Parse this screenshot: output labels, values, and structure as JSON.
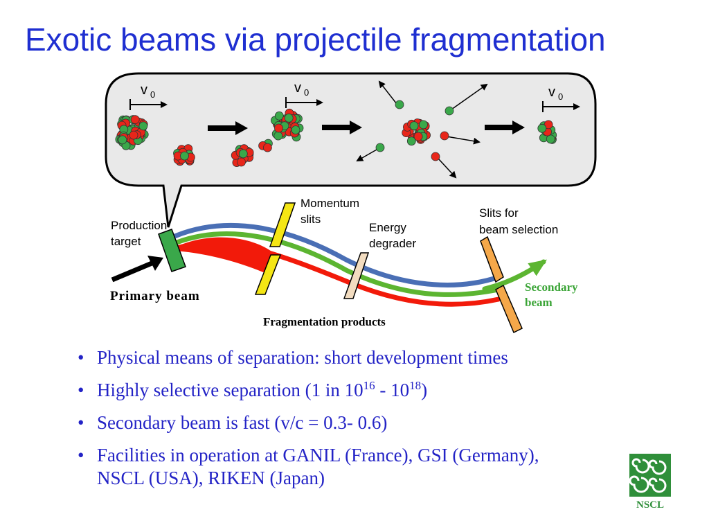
{
  "title": "Exotic beams via projectile fragmentation",
  "diagram": {
    "velocity_label": "v",
    "velocity_subscript": "0",
    "labels": {
      "production_target_1": "Production",
      "production_target_2": "target",
      "momentum_slits_1": "Momentum",
      "momentum_slits_2": "slits",
      "energy_degrader_1": "Energy",
      "energy_degrader_2": "degrader",
      "slits_selection_1": "Slits for",
      "slits_selection_2": "beam selection",
      "secondary_beam_1": "Secondary",
      "secondary_beam_2": "beam",
      "primary_beam": "Primary beam",
      "fragmentation_products": "Fragmentation products"
    },
    "colors": {
      "proton": "#e8261a",
      "neutron": "#3aa84a",
      "beam_blue": "#4a6fb5",
      "beam_green": "#5cb531",
      "beam_red": "#f21a0a",
      "secondary_green": "#3aa436",
      "slit_yellow": "#f5e614",
      "slit_orange": "#f5a84a",
      "degrader": "#f2dcc0",
      "target_green": "#3aa84a"
    }
  },
  "bullets": [
    {
      "text": "Physical means of separation: short development times"
    },
    {
      "text_a": "Highly selective separation (1 in 10",
      "sup_a": "16",
      "text_b": " - 10",
      "sup_b": "18",
      "text_c": ")"
    },
    {
      "text": "Secondary beam is fast (v/c = 0.3- 0.6)"
    },
    {
      "text": "Facilities in operation at GANIL (France), GSI (Germany), NSCL (USA), RIKEN (Japan)"
    }
  ],
  "logo": {
    "text": "NSCL"
  }
}
